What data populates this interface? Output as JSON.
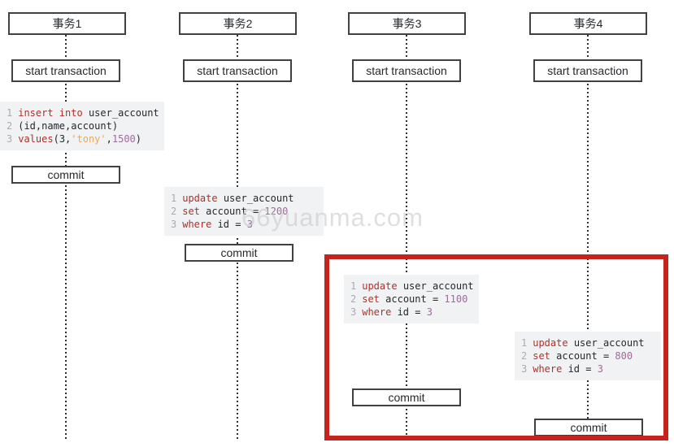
{
  "diagram": {
    "watermark": "66yuanma.com",
    "columns": [
      {
        "title": "事务1",
        "start_label": "start transaction",
        "commit_label": "commit",
        "code": {
          "lines": [
            {
              "n": "1",
              "tokens": [
                {
                  "t": "insert into",
                  "c": "keyword"
                },
                {
                  "t": " user_account",
                  "c": "plain"
                }
              ]
            },
            {
              "n": "2",
              "tokens": [
                {
                  "t": "(id,name,account)",
                  "c": "plain"
                }
              ]
            },
            {
              "n": "3",
              "tokens": [
                {
                  "t": "values",
                  "c": "keyword"
                },
                {
                  "t": "(3,",
                  "c": "plain"
                },
                {
                  "t": "'tony'",
                  "c": "string"
                },
                {
                  "t": ",",
                  "c": "plain"
                },
                {
                  "t": "1500",
                  "c": "number"
                },
                {
                  "t": ")",
                  "c": "plain"
                }
              ]
            }
          ]
        }
      },
      {
        "title": "事务2",
        "start_label": "start transaction",
        "commit_label": "commit",
        "code": {
          "lines": [
            {
              "n": "1",
              "tokens": [
                {
                  "t": "update",
                  "c": "keyword"
                },
                {
                  "t": " user_account",
                  "c": "plain"
                }
              ]
            },
            {
              "n": "2",
              "tokens": [
                {
                  "t": "set",
                  "c": "keyword"
                },
                {
                  "t": " account = ",
                  "c": "plain"
                },
                {
                  "t": "1200",
                  "c": "number"
                }
              ]
            },
            {
              "n": "3",
              "tokens": [
                {
                  "t": "where",
                  "c": "keyword"
                },
                {
                  "t": " id = ",
                  "c": "plain"
                },
                {
                  "t": "3",
                  "c": "number"
                }
              ]
            }
          ]
        }
      },
      {
        "title": "事务3",
        "start_label": "start transaction",
        "commit_label": "commit",
        "code": {
          "lines": [
            {
              "n": "1",
              "tokens": [
                {
                  "t": "update",
                  "c": "keyword"
                },
                {
                  "t": " user_account",
                  "c": "plain"
                }
              ]
            },
            {
              "n": "2",
              "tokens": [
                {
                  "t": "set",
                  "c": "keyword"
                },
                {
                  "t": " account = ",
                  "c": "plain"
                },
                {
                  "t": "1100",
                  "c": "number"
                }
              ]
            },
            {
              "n": "3",
              "tokens": [
                {
                  "t": "where",
                  "c": "keyword"
                },
                {
                  "t": " id = ",
                  "c": "plain"
                },
                {
                  "t": "3",
                  "c": "number"
                }
              ]
            }
          ]
        }
      },
      {
        "title": "事务4",
        "start_label": "start transaction",
        "commit_label": "commit",
        "code": {
          "lines": [
            {
              "n": "1",
              "tokens": [
                {
                  "t": "update",
                  "c": "keyword"
                },
                {
                  "t": " user_account",
                  "c": "plain"
                }
              ]
            },
            {
              "n": "2",
              "tokens": [
                {
                  "t": "set",
                  "c": "keyword"
                },
                {
                  "t": " account = ",
                  "c": "plain"
                },
                {
                  "t": "800",
                  "c": "number"
                }
              ]
            },
            {
              "n": "3",
              "tokens": [
                {
                  "t": "where",
                  "c": "keyword"
                },
                {
                  "t": " id = ",
                  "c": "plain"
                },
                {
                  "t": "3",
                  "c": "number"
                }
              ]
            }
          ]
        }
      }
    ]
  },
  "colors": {
    "keyword": "#b0312b",
    "plain": "#24282d",
    "number": "#a06a9e",
    "string": "#e3aa66",
    "line_number": "#a9abb2",
    "code_bg": "#f1f2f4",
    "box_border": "#3f4245",
    "highlight_red": "#c5241e",
    "watermark": "#c6c6c6"
  }
}
